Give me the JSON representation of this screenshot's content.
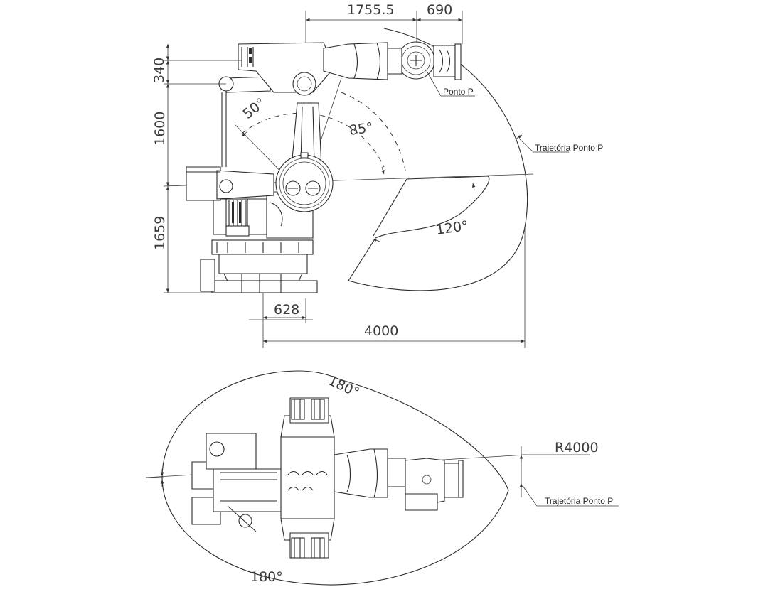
{
  "dimensions": {
    "reach_top": "1755.5",
    "wrist_offset": "690",
    "arm_offset": "340",
    "upper_arm": "1600",
    "base_height": "1659",
    "base_offset": "628",
    "max_reach": "4000",
    "axis2_forward": "50°",
    "axis2_back": "85°",
    "axis3": "120°",
    "rotation_top": "180°",
    "rotation_bottom": "180°",
    "radius": "R4000"
  },
  "labels": {
    "point_p": "Ponto P",
    "trajectory_side": "Trajetória Ponto P",
    "trajectory_top": "Trajetória Ponto P"
  },
  "colors": {
    "line": "#2a2a2a",
    "text": "#3a3a3a",
    "background": "#ffffff"
  }
}
